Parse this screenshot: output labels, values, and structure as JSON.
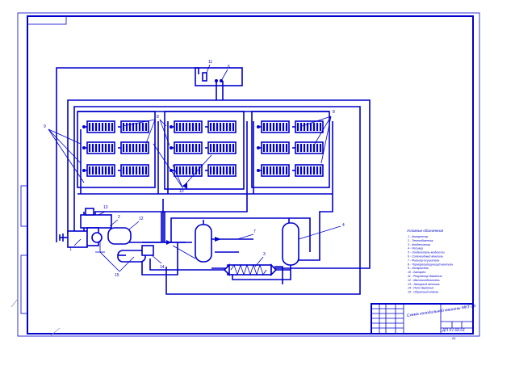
{
  "legend": {
    "title": "Условные обозначения",
    "items": [
      "1 - Компрессор",
      "2 - Теплообменник",
      "3 - Конденсатор",
      "4 - Ресивер",
      "5 - Отделитель жидкости",
      "6 - Соленоидный вентиль",
      "7 - Фильтр-осушитель",
      "8 - Терморегулирующий вентиль",
      "9 - Испаритель",
      "10 - Батареи",
      "11 - Регулятор давления",
      "12 - Маслоотделитель",
      "13 - Запорный вентиль",
      "14 - Реле давления",
      "15 - Обратный клапан"
    ]
  },
  "title_block": {
    "drawing_title": "Схема холодильной машины МКТ-14",
    "drawing_code": "ДП 07.02.01",
    "sheet_format": "А1"
  },
  "labels": {
    "callout_1": "1",
    "callout_2": "2",
    "callout_3": "3",
    "callout_4": "4",
    "callout_5": "5",
    "callout_6": "6",
    "callout_7": "7",
    "callout_8": "8",
    "callout_9": "9",
    "callout_10": "10",
    "callout_11": "11",
    "callout_12": "12",
    "callout_13": "13",
    "callout_14": "14",
    "callout_15": "15"
  },
  "colors": {
    "ink": "#0000cc",
    "paper": "#ffffff"
  }
}
